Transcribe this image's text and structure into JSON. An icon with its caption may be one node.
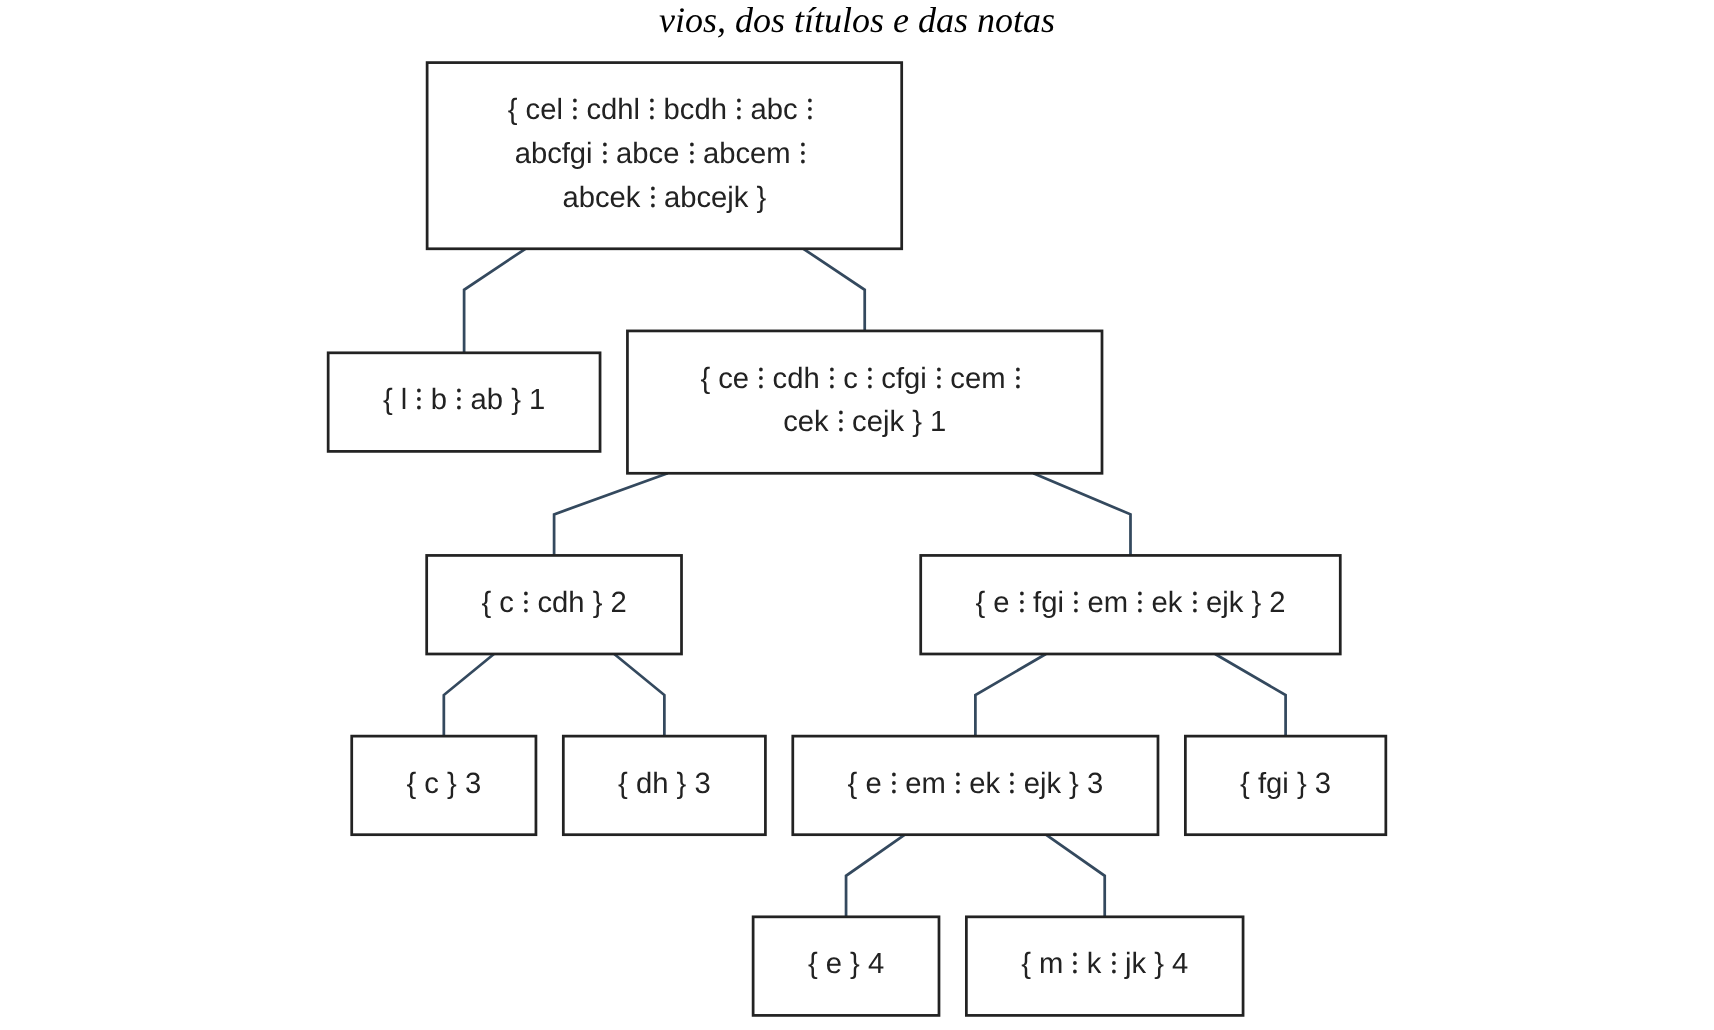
{
  "diagram": {
    "nodes": [
      {
        "text": [
          "{ cel ⁝ cdhl ⁝ bcdh ⁝ abc ⁝ abcfgi ⁝ abce ⁝ abcem ⁝ abcek ⁝ abcejk }"
        ]
      },
      {
        "text": [
          "{ l ⁝ b ⁝ ab } 1"
        ]
      },
      {
        "text": [
          "{ ce ⁝ cdh ⁝ c ⁝ cfgi ⁝ cem ⁝ cek ⁝ cejk } 1"
        ]
      },
      {
        "text": [
          "{ c ⁝ cdh } 2"
        ]
      },
      {
        "text": [
          "{ e ⁝ fgi ⁝ em ⁝ ek ⁝ ejk } 2"
        ]
      },
      {
        "text": [
          "{ c } 3"
        ]
      },
      {
        "text": [
          "{ dh } 3"
        ]
      },
      {
        "text": [
          "{ e ⁝ em ⁝ ek ⁝ ejk } 3"
        ]
      },
      {
        "text": [
          "{ fgi } 3"
        ]
      },
      {
        "text": [
          "{ e } 4"
        ]
      },
      {
        "text": [
          "{ m ⁝ k ⁝ jk } 4"
        ]
      }
    ],
    "edges": [
      {
        "from": 0,
        "to": 1,
        "arrow": "none"
      },
      {
        "from": 0,
        "to": 2,
        "arrow": "none"
      },
      {
        "from": 2,
        "to": 3,
        "arrow": "none"
      },
      {
        "from": 2,
        "to": 4,
        "arrow": "none"
      },
      {
        "from": 3,
        "to": 5,
        "arrow": "none"
      },
      {
        "from": 3,
        "to": 6,
        "arrow": "none"
      },
      {
        "from": 4,
        "to": 7,
        "arrow": "none"
      },
      {
        "from": 4,
        "to": 8,
        "arrow": "none"
      },
      {
        "from": 7,
        "to": 9,
        "arrow": "none"
      },
      {
        "from": 7,
        "to": 10,
        "arrow": "none"
      }
    ],
    "labels": [
      "vios, dos títulos e das notas"
    ]
  }
}
